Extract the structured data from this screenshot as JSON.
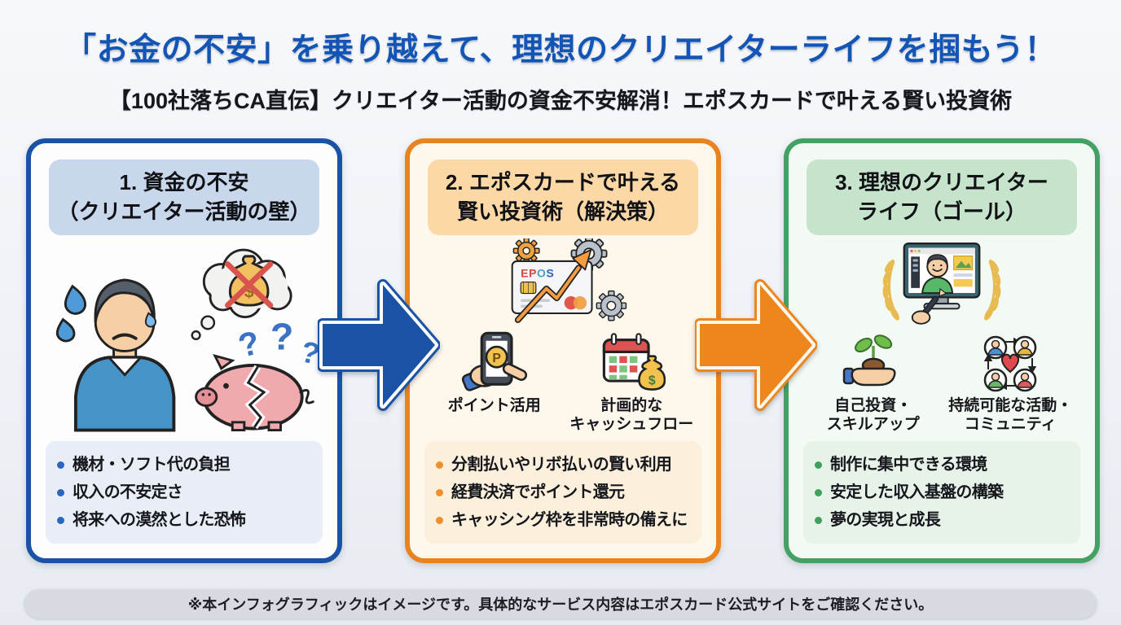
{
  "header": {
    "title": "「お金の不安」を乗り越えて、理想のクリエイターライフを掴もう！",
    "subtitle": "【100社落ちCA直伝】クリエイター活動の資金不安解消！エポスカードで叶える賢い投資術"
  },
  "panels": [
    {
      "id": "funding-anxiety",
      "accent": "#1a52a5",
      "title_lines": [
        "1. 資金の不安",
        "（クリエイター活動の壁）"
      ],
      "bullets": [
        "機材・ソフト代の負担",
        "収入の不安定さ",
        "将来への漠然とした恐怖"
      ]
    },
    {
      "id": "epos-solution",
      "accent": "#e8831f",
      "title_lines": [
        "2. エポスカードで叶える",
        "賢い投資術（解決策）"
      ],
      "captions": [
        {
          "lines": [
            "ポイント活用"
          ]
        },
        {
          "lines": [
            "計画的な",
            "キャッシュフロー"
          ]
        }
      ],
      "bullets": [
        "分割払いやリボ払いの賢い利用",
        "経費決済でポイント還元",
        "キャッシング枠を非常時の備えに"
      ]
    },
    {
      "id": "ideal-creator-life",
      "accent": "#44a165",
      "title_lines": [
        "3. 理想のクリエイター",
        "ライフ（ゴール）"
      ],
      "captions": [
        {
          "lines": [
            "自己投資・",
            "スキルアップ"
          ]
        },
        {
          "lines": [
            "持続可能な活動・",
            "コミュニティ"
          ]
        }
      ],
      "bullets": [
        "制作に集中できる環境",
        "安定した収入基盤の構築",
        "夢の実現と成長"
      ]
    }
  ],
  "card": {
    "brand_letters": [
      "E",
      "P",
      "O",
      "S"
    ]
  },
  "icon_labels": {
    "point_letter": "P",
    "dollar_sign": "$",
    "question_mark": "?"
  },
  "footer": {
    "note": "※本インフォグラフィックはイメージです。具体的なサービス内容はエポスカード公式サイトをご確認ください。"
  },
  "colors": {
    "title_blue": "#1355b4",
    "panel1_accent": "#1a52a5",
    "panel2_accent": "#e8831f",
    "panel3_accent": "#44a165",
    "arrow_blue": "#1a52a5",
    "arrow_orange": "#ec861d",
    "footer_bg": "#d7dae0"
  }
}
